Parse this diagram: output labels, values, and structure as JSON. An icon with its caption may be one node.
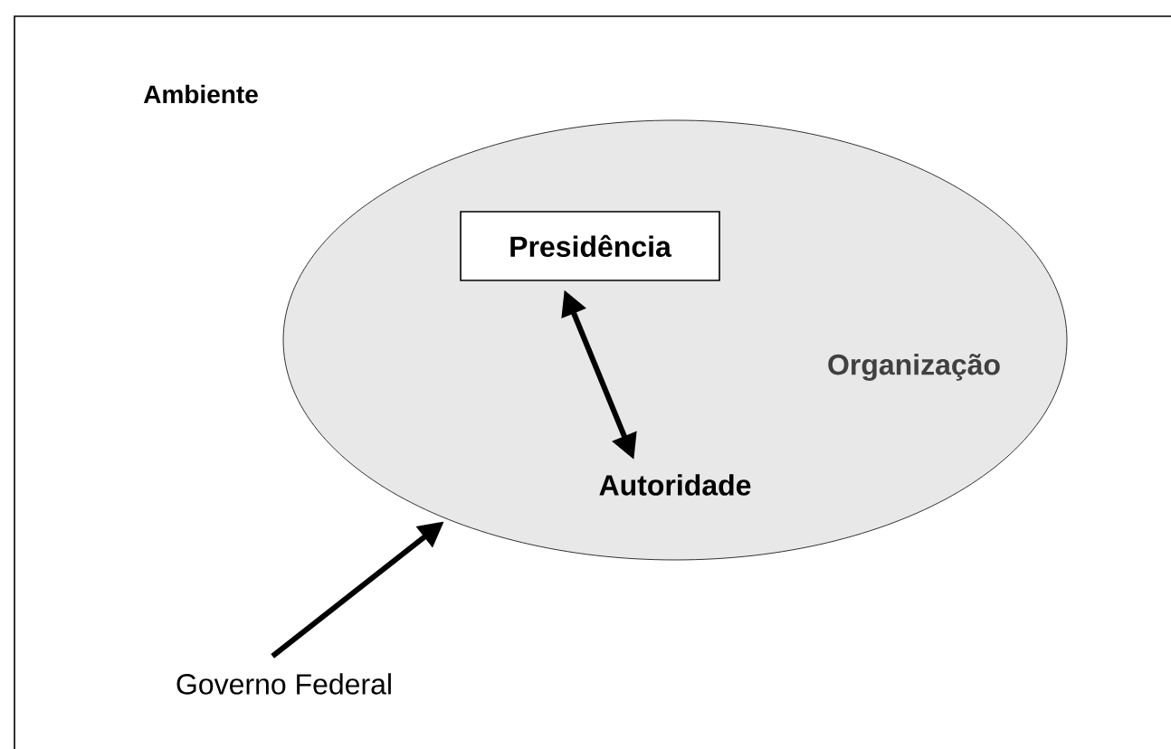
{
  "diagram": {
    "nodes": [
      {
        "text": [
          "Ambiente"
        ]
      },
      {
        "text": [
          "Organização"
        ],
        "in": 0
      },
      {
        "text": [
          "Presidência"
        ],
        "in": 1
      },
      {
        "text": [
          "Autoridade"
        ],
        "in": 1
      },
      {
        "text": [
          "Governo Federal"
        ],
        "in": 0
      }
    ],
    "edges": [
      {
        "from": 2,
        "to": 3,
        "arrow": "both"
      },
      {
        "from": 4,
        "to": 1,
        "arrow": "to"
      }
    ]
  }
}
